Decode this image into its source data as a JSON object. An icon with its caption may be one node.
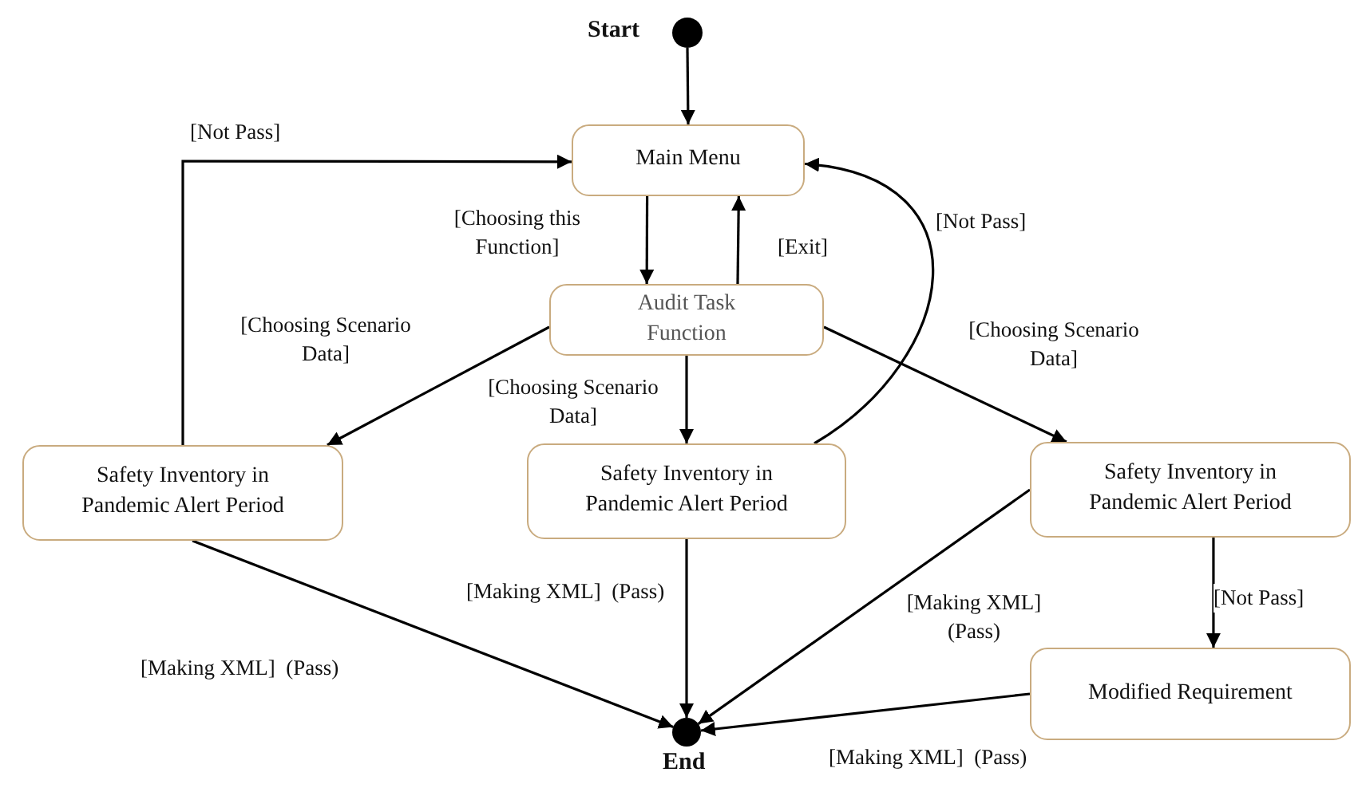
{
  "diagram": {
    "nodes": [
      {
        "text": [],
        "shape": "circle",
        "beside": [
          "Start"
        ]
      },
      {
        "text": [
          "Main Menu"
        ]
      },
      {
        "text": [
          "Audit Task Function"
        ]
      },
      {
        "text": [
          "Safety Inventory in Pandemic Alert Period"
        ]
      },
      {
        "text": [
          "Safety Inventory in Pandemic Alert Period"
        ]
      },
      {
        "text": [
          "Safety Inventory in Pandemic Alert Period"
        ]
      },
      {
        "text": [
          "Modified Requirement"
        ]
      },
      {
        "text": [],
        "shape": "circle",
        "beside": [
          "End"
        ]
      }
    ],
    "edges": [
      {
        "from": 0,
        "to": 1,
        "arrow": "to"
      },
      {
        "from": 1,
        "to": 2,
        "arrow": "to",
        "label": "[Choosing this Function]"
      },
      {
        "from": 2,
        "to": 1,
        "arrow": "to",
        "label": "[Exit]"
      },
      {
        "from": 2,
        "to": 3,
        "arrow": "to",
        "label": "[Choosing Scenario Data]"
      },
      {
        "from": 2,
        "to": 4,
        "arrow": "to",
        "label": "[Choosing Scenario Data]"
      },
      {
        "from": 2,
        "to": 5,
        "arrow": "to",
        "label": "[Choosing Scenario Data]"
      },
      {
        "from": 3,
        "to": 1,
        "arrow": "to",
        "label": "[Not Pass]"
      },
      {
        "from": 4,
        "to": 1,
        "arrow": "to",
        "label": "[Not Pass]"
      },
      {
        "from": 5,
        "to": 6,
        "arrow": "to",
        "label": "[Not Pass]"
      },
      {
        "from": 3,
        "to": 7,
        "arrow": "to",
        "label": "[Making XML]  (Pass)"
      },
      {
        "from": 4,
        "to": 7,
        "arrow": "to",
        "label": "[Making XML]  (Pass)"
      },
      {
        "from": 5,
        "to": 7,
        "arrow": "to",
        "label": "[Making XML] (Pass)"
      },
      {
        "from": 6,
        "to": 7,
        "arrow": "to",
        "label": "[Making XML]  (Pass)"
      }
    ]
  }
}
